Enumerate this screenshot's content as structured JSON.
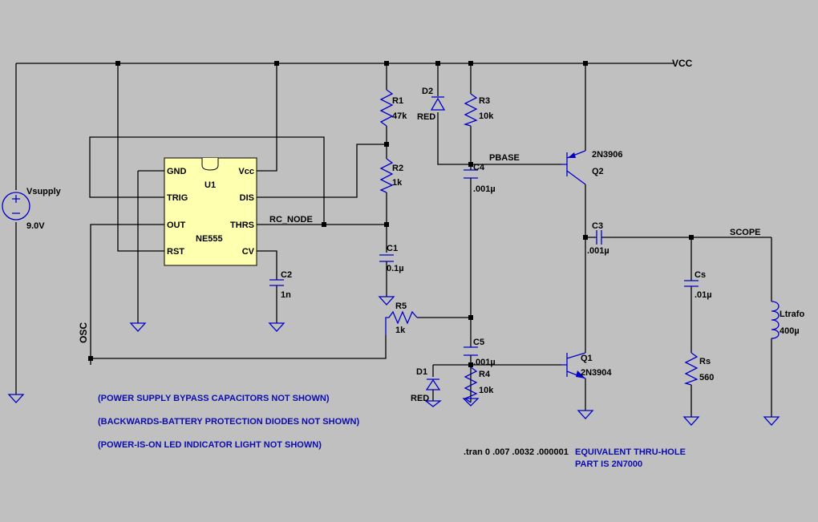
{
  "nets": {
    "vcc": "VCC",
    "rc_node": "RC_NODE",
    "pbase": "PBASE",
    "scope": "SCOPE",
    "osc": "OSC"
  },
  "ic": {
    "ref": "U1",
    "part": "NE555",
    "pins": {
      "gnd": "GND",
      "trig": "TRIG",
      "out": "OUT",
      "rst": "RST",
      "vcc": "Vcc",
      "dis": "DIS",
      "thrs": "THRS",
      "cv": "CV"
    }
  },
  "source": {
    "ref": "Vsupply",
    "value": "9.0V"
  },
  "components": {
    "R1": {
      "ref": "R1",
      "value": "47k"
    },
    "R2": {
      "ref": "R2",
      "value": "1k"
    },
    "R3": {
      "ref": "R3",
      "value": "10k"
    },
    "R4": {
      "ref": "R4",
      "value": "10k"
    },
    "R5": {
      "ref": "R5",
      "value": "1k"
    },
    "Rs": {
      "ref": "Rs",
      "value": "560"
    },
    "C1": {
      "ref": "C1",
      "value": "0.1µ"
    },
    "C2": {
      "ref": "C2",
      "value": "1n"
    },
    "C3": {
      "ref": "C3",
      "value": ".001µ"
    },
    "C4": {
      "ref": "C4",
      "value": ".001µ"
    },
    "C5": {
      "ref": "C5",
      "value": ".001µ"
    },
    "Cs": {
      "ref": "Cs",
      "value": ".01µ"
    },
    "D1": {
      "ref": "D1",
      "value": "RED"
    },
    "D2": {
      "ref": "D2",
      "value": "RED"
    },
    "Q1": {
      "ref": "Q1",
      "value": "2N3904"
    },
    "Q2": {
      "ref": "Q2",
      "value": "2N3906"
    },
    "Ltrafo": {
      "ref": "Ltrafo",
      "value": "400µ"
    }
  },
  "notes": [
    "(POWER SUPPLY BYPASS CAPACITORS NOT SHOWN)",
    "(BACKWARDS-BATTERY PROTECTION DIODES NOT SHOWN)",
    "(POWER-IS-ON LED INDICATOR LIGHT NOT SHOWN)"
  ],
  "directive": ".tran 0 .007 .0032 .000001",
  "equivalent_note": [
    "EQUIVALENT THRU-HOLE",
    "PART IS 2N7000"
  ],
  "colors": {
    "background": "#c0c0c0",
    "wire": "#000000",
    "ic_fill": "#ffffb0",
    "part_stroke": "#0000c8",
    "note_text": "#0b0bb0"
  }
}
